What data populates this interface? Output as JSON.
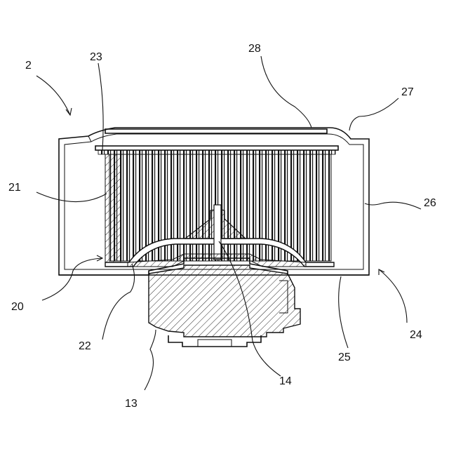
{
  "figure": {
    "reference_numerals": {
      "assembly": "2",
      "impeller_blades": "23",
      "top_cover": "28",
      "orifice_edge": "27",
      "impeller_hub": "21",
      "side_wall": "26",
      "impeller": "20",
      "hub_plate": "22",
      "scroll_casing": "24",
      "bottom_wall": "25",
      "motor_shaft": "14",
      "motor": "13"
    },
    "colors": {
      "line": "#111111",
      "background": "#ffffff"
    }
  }
}
